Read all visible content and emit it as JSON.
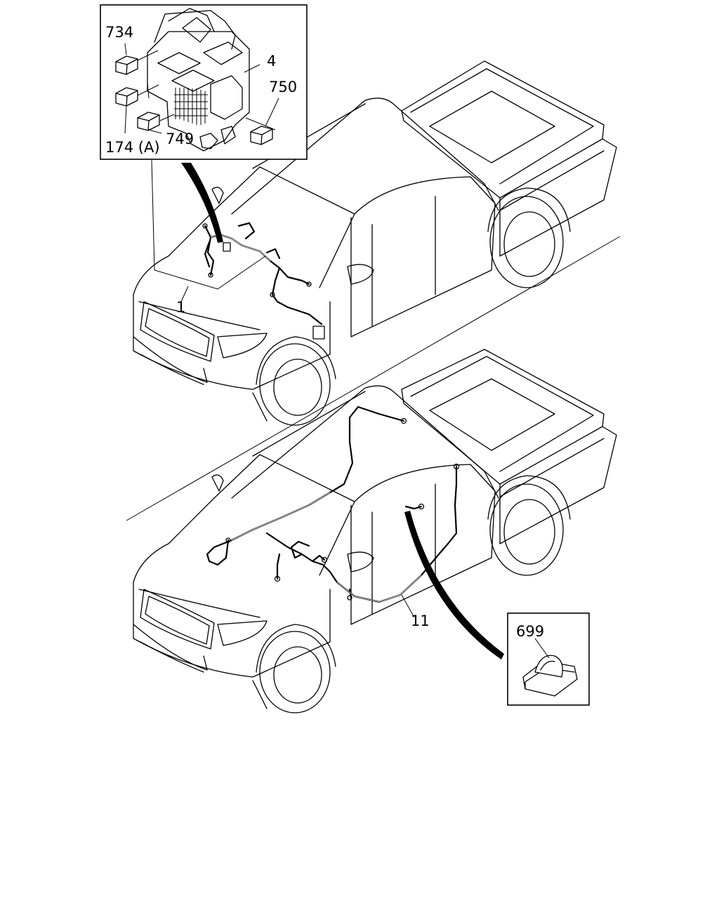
{
  "callouts": {
    "c734": "734",
    "c4": "4",
    "c750": "750",
    "c174a": "174 (A)",
    "c749": "749",
    "c1": "1",
    "c11": "11",
    "c699": "699"
  },
  "icons": {
    "fuse_box": "relay-fuse-box-icon",
    "relay": "relay-icon",
    "clip": "harness-clip-icon",
    "truck": "pickup-truck-outline"
  }
}
